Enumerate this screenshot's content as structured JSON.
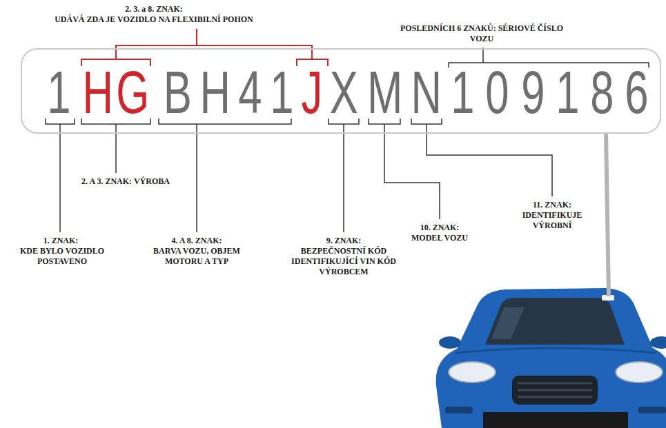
{
  "diagram": {
    "nodes": [
      {
        "text": [
          "1",
          "H",
          "G",
          "B",
          "H",
          "4",
          "1",
          "J",
          "X",
          "M",
          "N",
          "1",
          "0",
          "9",
          "1",
          "8",
          "6"
        ]
      }
    ],
    "labels": [
      "2. 3. a 8. ZNAK:",
      "UDÁVÁ ZDA JE VOZIDLO NA FLEXIBILNÍ POHON",
      "POSLEDNÍCH 6 ZNAKŮ: SÉRIOVÉ ČÍSLO VOZU",
      "2. A 3. ZNAK: VÝROBA",
      "1. ZNAK:",
      "KDE BYLO VOZIDLO POSTAVENO",
      "4. A 8. ZNAK:",
      "BARVA VOZU, OBJEM MOTORU A TYP",
      "9. ZNAK:",
      "BEZPEČNOSTNÍ KÓD IDENTIFIKUJÍCÍ VIN KÓD VÝROBCEM",
      "10. ZNAK:",
      "MODEL VOZU",
      "11. ZNAK:",
      "IDENTIFIKUJE VÝROBNÍ"
    ]
  }
}
